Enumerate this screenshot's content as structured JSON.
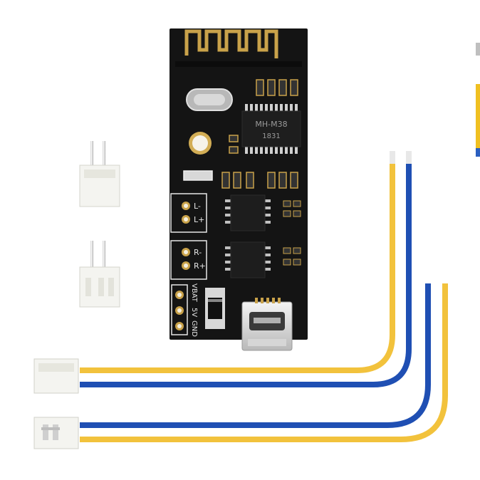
{
  "board": {
    "chip_model": "MH-M38",
    "chip_code": "1831",
    "pin_l_minus": "L-",
    "pin_l_plus": "L+",
    "pin_r_minus": "R-",
    "pin_r_plus": "R+",
    "pin_vbat": "VBAT",
    "pin_5v": "5V",
    "pin_gnd": "GND"
  },
  "colors": {
    "pcb": "#141414",
    "gold": "#c9a24a",
    "wire_yellow": "#f2c23c",
    "wire_blue": "#1f4fb3",
    "connector": "#f3f3ee",
    "accent_edge": "#f0c020",
    "accent_blue": "#2a5fc0"
  },
  "icons": [
    "antenna-icon",
    "crystal-icon",
    "chip-icon",
    "usb-port-icon",
    "pin-header-icon",
    "cable-icon"
  ]
}
